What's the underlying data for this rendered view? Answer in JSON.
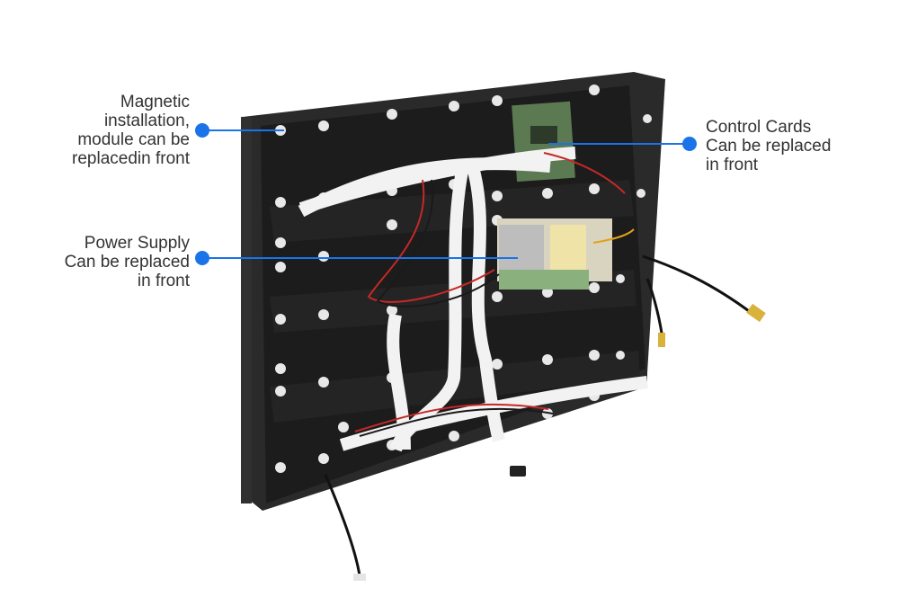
{
  "annotations": {
    "magnetic": {
      "lines": [
        "Magnetic",
        "installation,",
        "module can be",
        "replacedin front"
      ]
    },
    "power": {
      "lines": [
        "Power Supply",
        "Can be replaced",
        "in front"
      ]
    },
    "control": {
      "lines": [
        "Control Cards",
        "Can be replaced",
        "in front"
      ]
    }
  },
  "colors": {
    "accent": "#1a73e8",
    "text": "#333333",
    "cabinet": "#1f1f1f"
  }
}
